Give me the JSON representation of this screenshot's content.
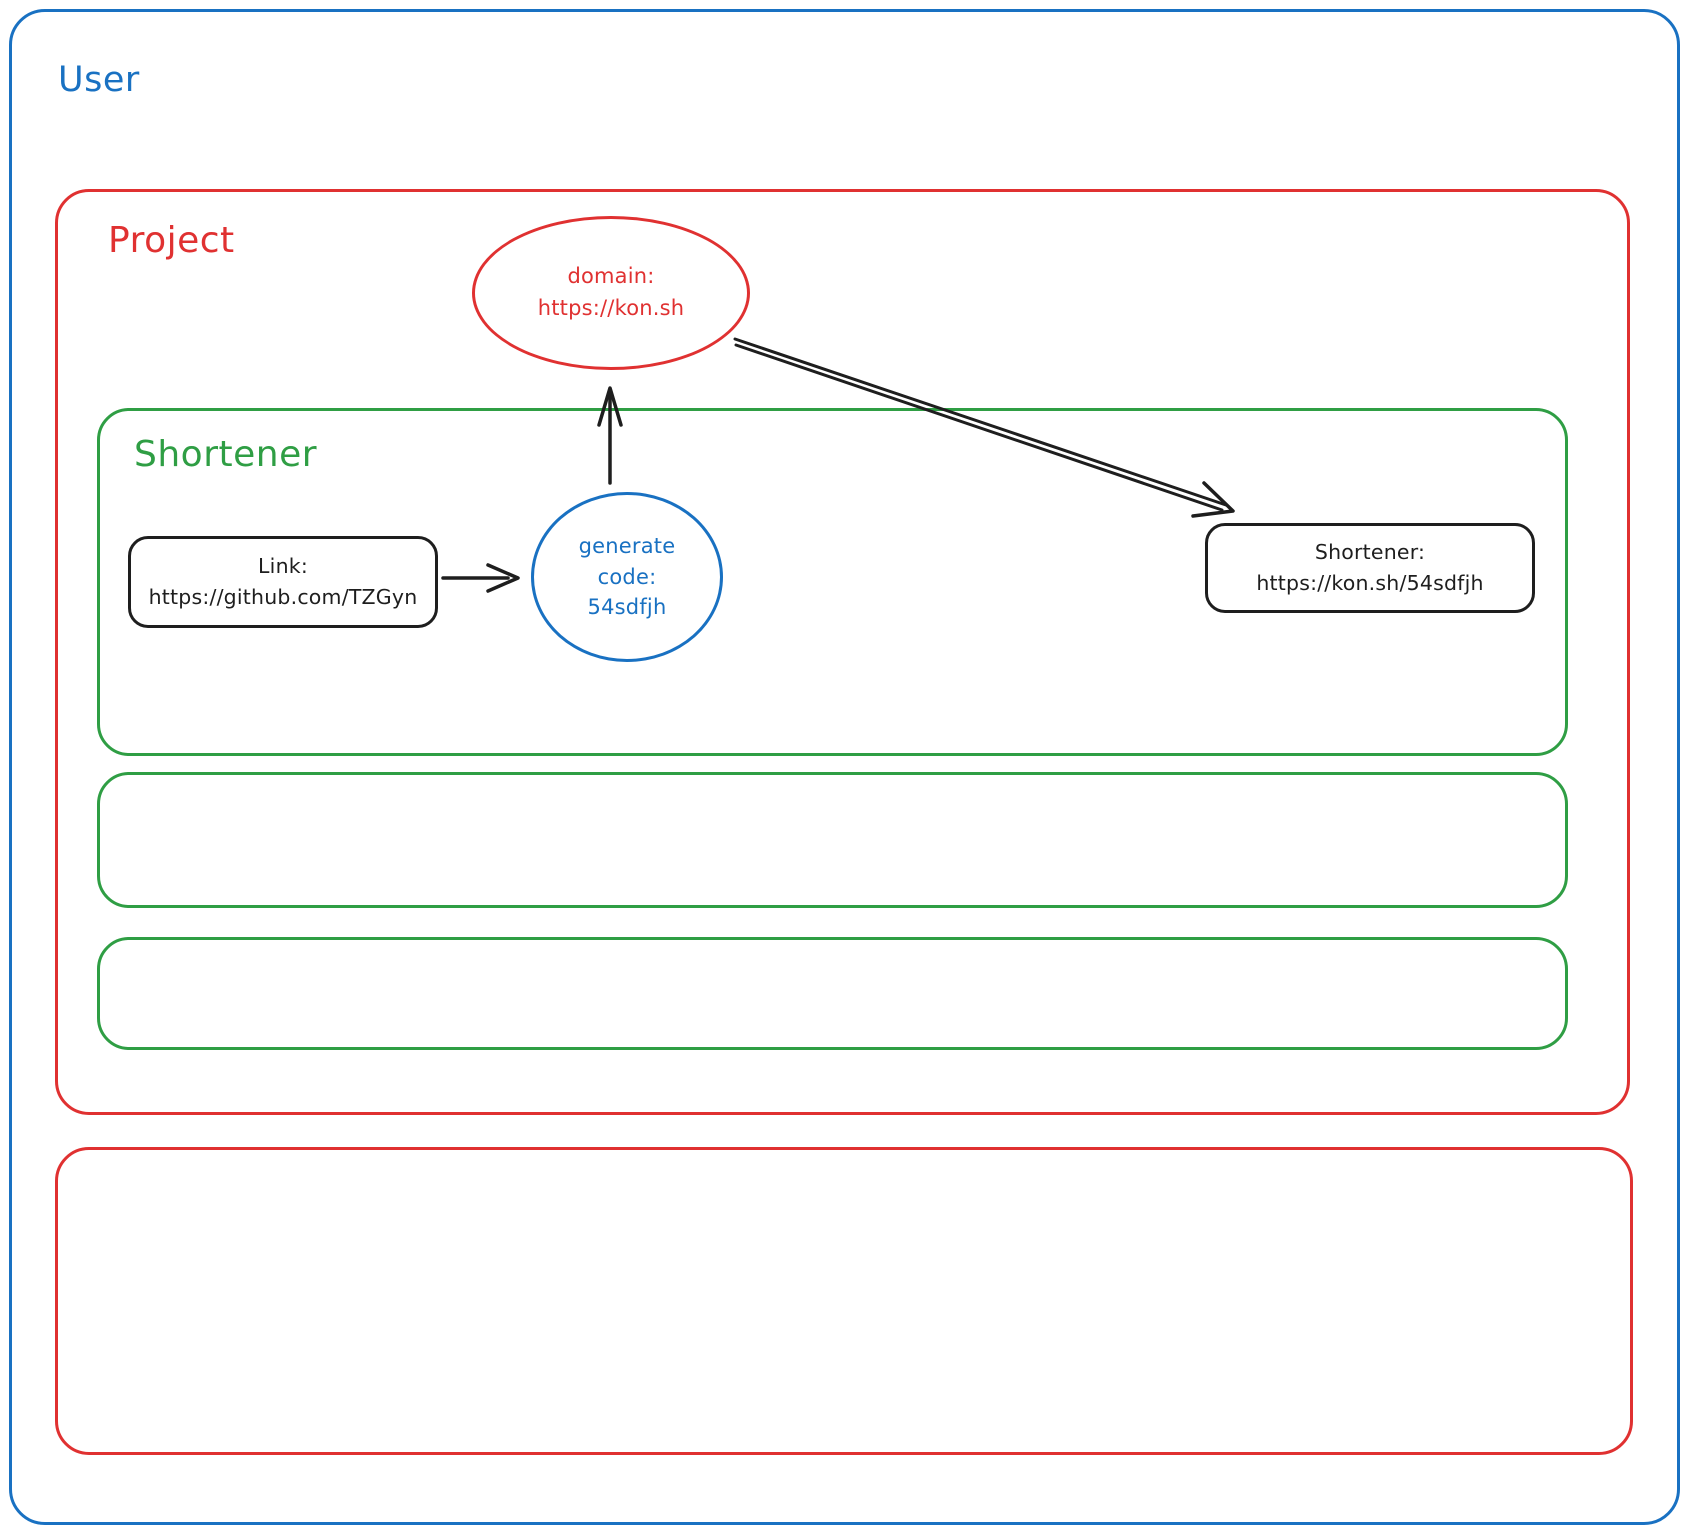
{
  "colors": {
    "blue": "#1971c2",
    "red": "#e03131",
    "green": "#2f9e44",
    "ink": "#1e1e1e",
    "bg": "#ffffff"
  },
  "containers": {
    "user": {
      "label": "User"
    },
    "project": {
      "label": "Project"
    },
    "shortener": {
      "label": "Shortener"
    }
  },
  "nodes": {
    "domain": {
      "line1": "domain:",
      "line2": "https://kon.sh"
    },
    "link": {
      "line1": "Link:",
      "line2": "https://github.com/TZGyn"
    },
    "generate": {
      "line1": "generate",
      "line2": "code:",
      "line3": "54sdfjh"
    },
    "result": {
      "line1": "Shortener:",
      "line2": "https://kon.sh/54sdfjh"
    }
  }
}
